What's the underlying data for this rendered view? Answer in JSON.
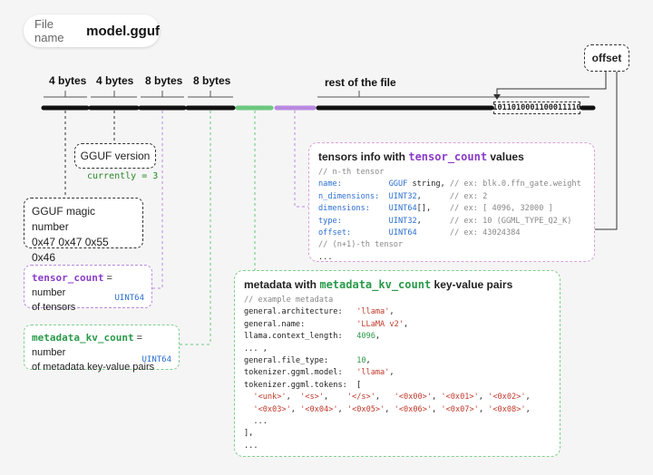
{
  "file_name": {
    "label": "File name",
    "value": "model.gguf"
  },
  "header_fields": [
    {
      "label": "4 bytes"
    },
    {
      "label": "4 bytes"
    },
    {
      "label": "8 bytes"
    },
    {
      "label": "8 bytes"
    }
  ],
  "rest_label": "rest of the file",
  "offset_label": "offset",
  "offset_bits": "1011010001100011110",
  "version": {
    "title": "GGUF version",
    "sub": "currently = 3"
  },
  "magic": {
    "title": "GGUF magic number",
    "hex": "0x47 0x47 0x55 0x46",
    "letters": [
      "G",
      "G",
      "U",
      "F"
    ]
  },
  "tensor_count": {
    "key": "tensor_count",
    "desc1": " = number",
    "desc2": "of tensors",
    "type": "UINT64"
  },
  "kv_count": {
    "key": "metadata_kv_count",
    "desc1": " = number",
    "desc2": "of metadata key-value pairs",
    "type": "UINT64"
  },
  "tensors_info": {
    "title_pre": "tensors info with ",
    "title_key": "tensor_count",
    "title_post": " values",
    "lines": [
      "// n-th tensor",
      "name:          GGUF string, // ex: blk.0.ffn_gate.weight",
      "n_dimensions:  UINT32,      // ex: 2",
      "dimensions:    UINT64[],    // ex: [ 4096, 32000 ]",
      "type:          UINT32,      // ex: 10 (GGML_TYPE_Q2_K)",
      "offset:        UINT64       // ex: 43024384",
      "// (n+1)-th tensor",
      "..."
    ]
  },
  "metadata": {
    "title_pre": "metadata with ",
    "title_key": "metadata_kv_count",
    "title_post": " key-value pairs",
    "lines": [
      "// example metadata",
      "general.architecture:   'llama',",
      "general.name:           'LLaMA v2',",
      "llama.context_length:   4096,",
      "... ,",
      "general.file_type:      10,",
      "tokenizer.ggml.model:   'llama',",
      "tokenizer.ggml.tokens:  [",
      "  '<unk>',  '<s>',    '</s>',   '<0x00>', '<0x01>', '<0x02>',",
      "  '<0x03>', '<0x04>', '<0x05>', '<0x06>', '<0x07>', '<0x08>',",
      "  ...",
      "],",
      "..."
    ]
  },
  "colors": {
    "purple": "#b98ae0",
    "green": "#6cc87e",
    "black": "#111111"
  }
}
